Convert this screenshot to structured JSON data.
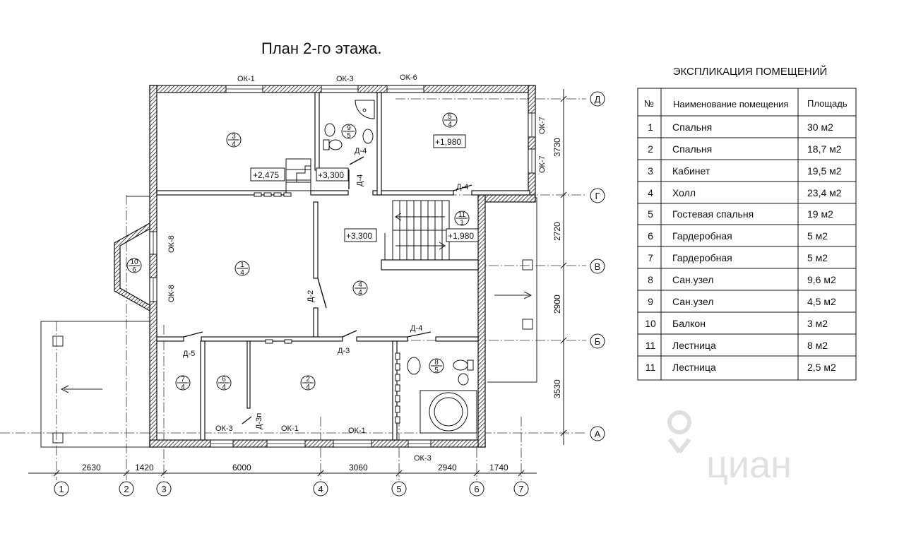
{
  "title": "План 2-го этажа.",
  "explication": {
    "title": "ЭКСПЛИКАЦИЯ ПОМЕЩЕНИЙ",
    "headers": [
      "№",
      "Наименование помещения",
      "Площадь"
    ],
    "rows": [
      [
        "1",
        "Спальня",
        "30 м2"
      ],
      [
        "2",
        "Спальня",
        "18,7 м2"
      ],
      [
        "3",
        "Кабинет",
        "19,5 м2"
      ],
      [
        "4",
        "Холл",
        "23,4 м2"
      ],
      [
        "5",
        "Гостевая спальня",
        "19 м2"
      ],
      [
        "6",
        "Гардеробная",
        "5 м2"
      ],
      [
        "7",
        "Гардеробная",
        "5 м2"
      ],
      [
        "8",
        "Сан.узел",
        "9,6 м2"
      ],
      [
        "9",
        "Сан.узел",
        "4,5 м2"
      ],
      [
        "10",
        "Балкон",
        "3 м2"
      ],
      [
        "11",
        "Лестница",
        "8 м2"
      ],
      [
        "11",
        "Лестница",
        "2,5 м2"
      ]
    ]
  },
  "rooms": [
    {
      "id": "room-3",
      "num": "3",
      "sub": "4"
    },
    {
      "id": "room-9",
      "num": "9",
      "sub": "5"
    },
    {
      "id": "room-5",
      "num": "5",
      "sub": "4"
    },
    {
      "id": "room-11",
      "num": "11",
      "sub": "1"
    },
    {
      "id": "room-1",
      "num": "1",
      "sub": "4"
    },
    {
      "id": "room-4",
      "num": "4",
      "sub": "4"
    },
    {
      "id": "room-10",
      "num": "10",
      "sub": "6"
    },
    {
      "id": "room-7",
      "num": "7",
      "sub": "4"
    },
    {
      "id": "room-6",
      "num": "6",
      "sub": "4"
    },
    {
      "id": "room-2",
      "num": "2",
      "sub": "4"
    },
    {
      "id": "room-8",
      "num": "8",
      "sub": "5"
    }
  ],
  "elevations": [
    "+2,475",
    "+3,300",
    "+1,980",
    "+3,300",
    "+1,980"
  ],
  "windows": [
    "ОК-1",
    "ОК-3",
    "ОК-6",
    "ОК-7",
    "ОК-7",
    "ОК-8",
    "ОК-8",
    "ОК-3",
    "ОК-1",
    "ОК-1",
    "ОК-3"
  ],
  "doors": [
    "Д-4",
    "Д-4",
    "Д-4",
    "Д-2",
    "Д-5",
    "Д-3",
    "Д-4",
    "Д-3п"
  ],
  "dimensions": {
    "horizontal": [
      "2630",
      "1420",
      "6000",
      "3060",
      "2940",
      "1740"
    ],
    "vertical": [
      "3730",
      "2720",
      "2900",
      "3530"
    ]
  },
  "axes": {
    "numbers": [
      "1",
      "2",
      "3",
      "4",
      "5",
      "6",
      "7"
    ],
    "letters": [
      "Д",
      "Г",
      "В",
      "Б",
      "А"
    ]
  },
  "watermark": "циан"
}
